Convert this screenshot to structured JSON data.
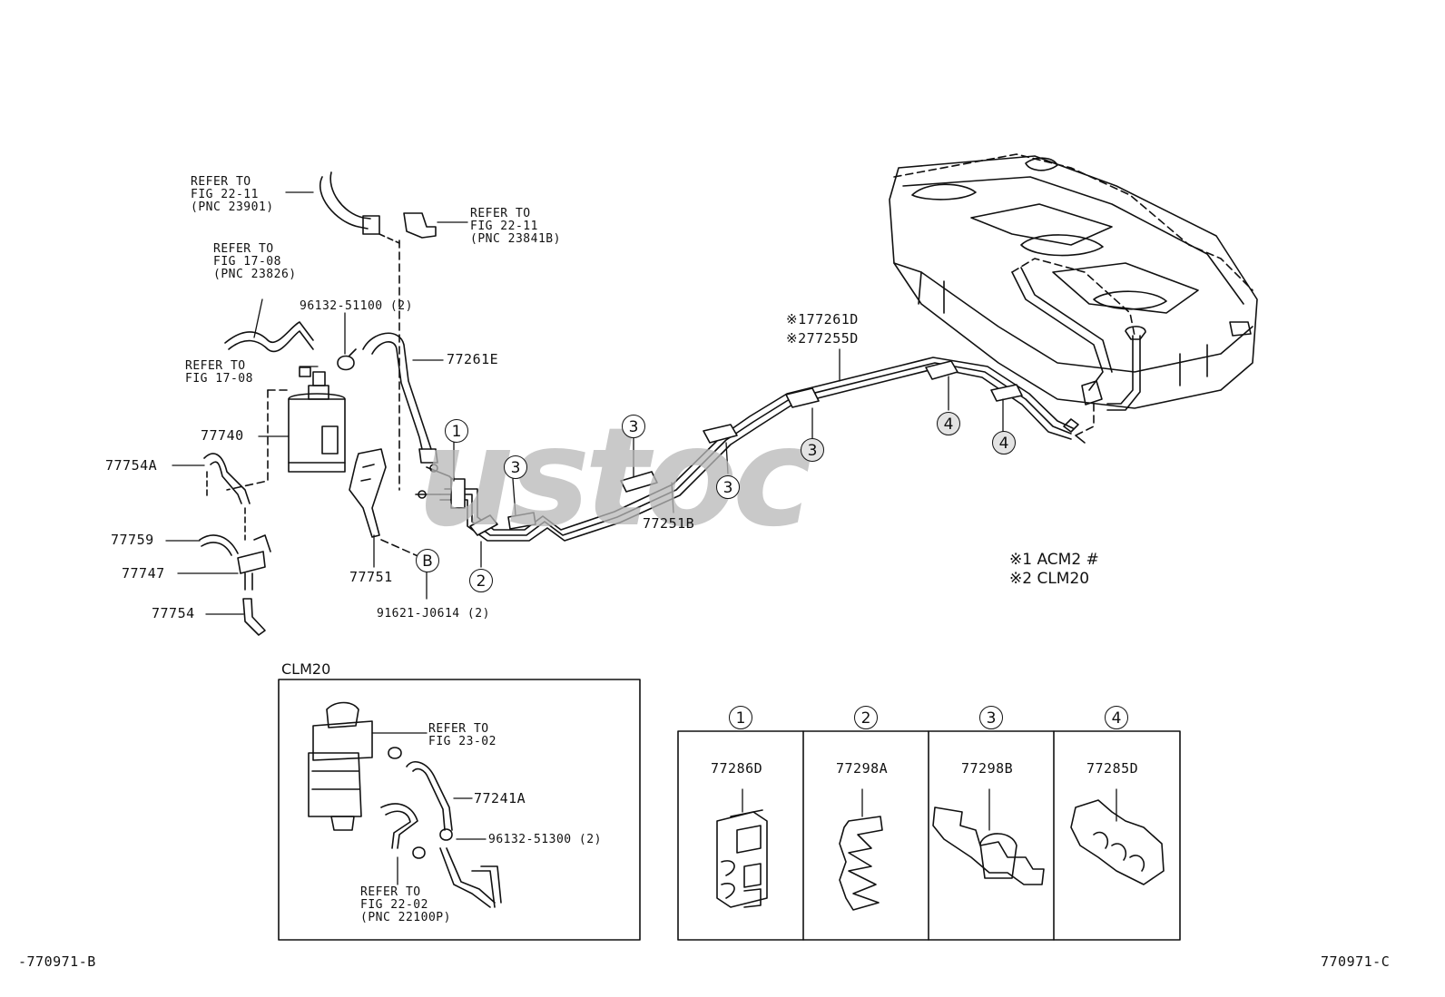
{
  "labels": {
    "ref_22_11_a": "REFER TO\nFIG 22-11\n(PNC 23901)",
    "ref_22_11_b": "REFER TO\nFIG 22-11\n(PNC 23841B)",
    "ref_17_08_a": "REFER TO\nFIG 17-08\n(PNC 23826)",
    "ref_17_08_b": "REFER TO\nFIG 17-08",
    "p_96132_51100": "96132-51100 (2)",
    "p_77261E": "77261E",
    "p_77740": "77740",
    "p_77754A": "77754A",
    "p_77759": "77759",
    "p_77747": "77747",
    "p_77754": "77754",
    "p_77751": "77751",
    "p_91621": "91621-J0614 (2)",
    "p_77251B": "77251B",
    "p_177261D": "※177261D",
    "p_277255D": "※277255D",
    "note_1": "※1 ACM2 #",
    "note_2": "※2 CLM20"
  },
  "callouts": {
    "c1": "1",
    "c2": "2",
    "c3": "3",
    "c4": "4",
    "cB": "B"
  },
  "inset": {
    "title": "CLM20",
    "ref_23_02": "REFER TO\nFIG 23-02",
    "p_77241A": "77241A",
    "p_96132_51300": "96132-51300 (2)",
    "ref_22_02": "REFER TO\nFIG 22-02\n(PNC 22100P)"
  },
  "clamps": [
    {
      "num": "1",
      "part": "77286D"
    },
    {
      "num": "2",
      "part": "77298A"
    },
    {
      "num": "3",
      "part": "77298B"
    },
    {
      "num": "4",
      "part": "77285D"
    }
  ],
  "footer": {
    "left": "-770971-B",
    "right": "770971-C"
  },
  "watermark": "ustoc"
}
